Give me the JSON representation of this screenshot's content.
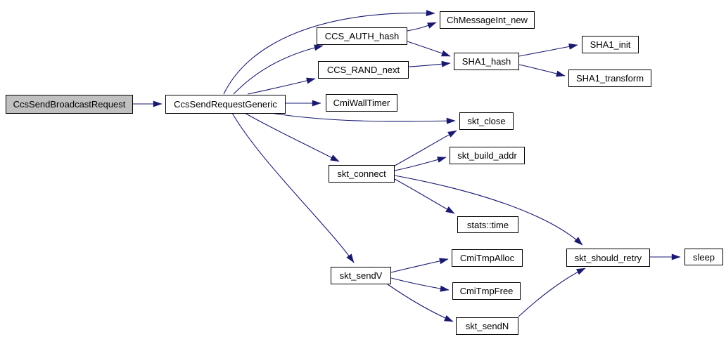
{
  "diagram": {
    "type": "call-graph",
    "background_color": "#ffffff",
    "edge_color": "#191970",
    "node_border_color": "#000000",
    "node_fill_color": "#ffffff",
    "highlighted_node_fill_color": "#c0c0c0",
    "nodes": {
      "CcsSendBroadcastRequest": {
        "label": "CcsSendBroadcastRequest",
        "highlighted": true
      },
      "CcsSendRequestGeneric": {
        "label": "CcsSendRequestGeneric",
        "highlighted": false
      },
      "ChMessageInt_new": {
        "label": "ChMessageInt_new",
        "highlighted": false
      },
      "CCS_AUTH_hash": {
        "label": "CCS_AUTH_hash",
        "highlighted": false
      },
      "CCS_RAND_next": {
        "label": "CCS_RAND_next",
        "highlighted": false
      },
      "SHA1_hash": {
        "label": "SHA1_hash",
        "highlighted": false
      },
      "SHA1_init": {
        "label": "SHA1_init",
        "highlighted": false
      },
      "SHA1_transform": {
        "label": "SHA1_transform",
        "highlighted": false
      },
      "CmiWallTimer": {
        "label": "CmiWallTimer",
        "highlighted": false
      },
      "skt_close": {
        "label": "skt_close",
        "highlighted": false
      },
      "skt_build_addr": {
        "label": "skt_build_addr",
        "highlighted": false
      },
      "skt_connect": {
        "label": "skt_connect",
        "highlighted": false
      },
      "stats_time": {
        "label": "stats::time",
        "highlighted": false
      },
      "CmiTmpAlloc": {
        "label": "CmiTmpAlloc",
        "highlighted": false
      },
      "CmiTmpFree": {
        "label": "CmiTmpFree",
        "highlighted": false
      },
      "skt_sendV": {
        "label": "skt_sendV",
        "highlighted": false
      },
      "skt_sendN": {
        "label": "skt_sendN",
        "highlighted": false
      },
      "skt_should_retry": {
        "label": "skt_should_retry",
        "highlighted": false
      },
      "sleep": {
        "label": "sleep",
        "highlighted": false
      }
    },
    "edges": [
      {
        "from": "CcsSendBroadcastRequest",
        "to": "CcsSendRequestGeneric"
      },
      {
        "from": "CcsSendRequestGeneric",
        "to": "ChMessageInt_new"
      },
      {
        "from": "CcsSendRequestGeneric",
        "to": "CCS_AUTH_hash"
      },
      {
        "from": "CcsSendRequestGeneric",
        "to": "CCS_RAND_next"
      },
      {
        "from": "CcsSendRequestGeneric",
        "to": "CmiWallTimer"
      },
      {
        "from": "CcsSendRequestGeneric",
        "to": "skt_close"
      },
      {
        "from": "CcsSendRequestGeneric",
        "to": "skt_connect"
      },
      {
        "from": "CcsSendRequestGeneric",
        "to": "skt_sendV"
      },
      {
        "from": "CCS_AUTH_hash",
        "to": "ChMessageInt_new"
      },
      {
        "from": "CCS_AUTH_hash",
        "to": "SHA1_hash"
      },
      {
        "from": "CCS_RAND_next",
        "to": "SHA1_hash"
      },
      {
        "from": "SHA1_hash",
        "to": "SHA1_init"
      },
      {
        "from": "SHA1_hash",
        "to": "SHA1_transform"
      },
      {
        "from": "skt_connect",
        "to": "skt_close"
      },
      {
        "from": "skt_connect",
        "to": "skt_build_addr"
      },
      {
        "from": "skt_connect",
        "to": "stats_time"
      },
      {
        "from": "skt_connect",
        "to": "skt_should_retry"
      },
      {
        "from": "skt_sendV",
        "to": "CmiTmpAlloc"
      },
      {
        "from": "skt_sendV",
        "to": "CmiTmpFree"
      },
      {
        "from": "skt_sendV",
        "to": "skt_sendN"
      },
      {
        "from": "skt_sendN",
        "to": "skt_should_retry"
      },
      {
        "from": "skt_should_retry",
        "to": "sleep"
      }
    ]
  }
}
